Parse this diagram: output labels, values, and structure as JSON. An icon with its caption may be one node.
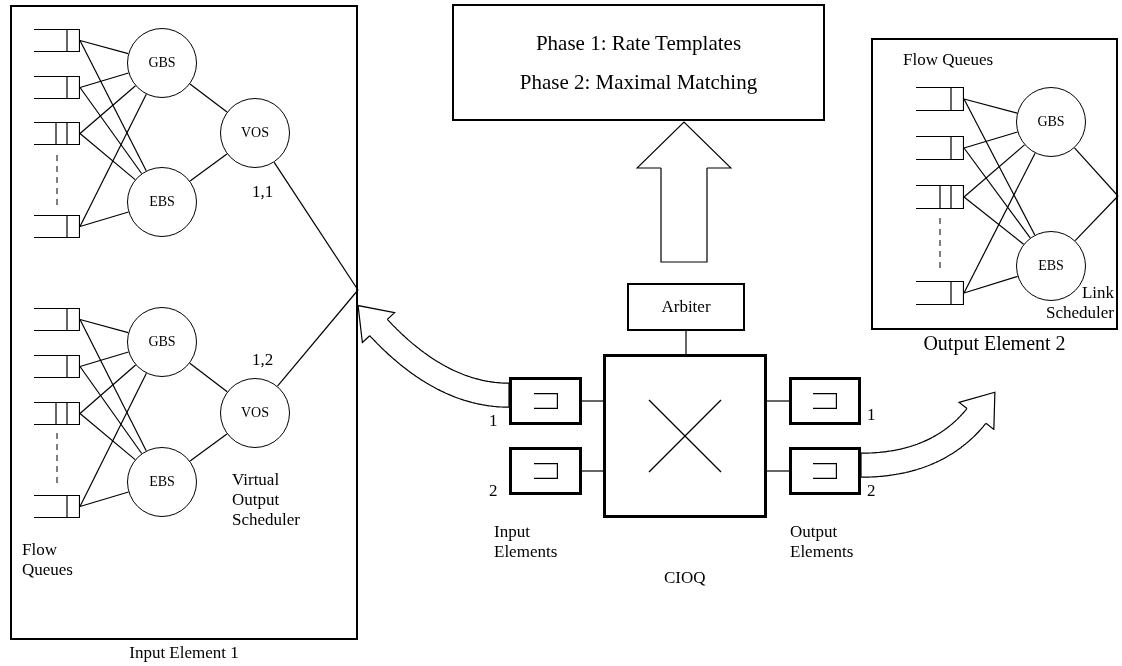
{
  "diagram": {
    "nodes": [
      {
        "text": [
          "Input Element 1"
        ]
      },
      {
        "text": [],
        "shape": "box",
        "in": 0
      },
      {
        "text": [],
        "shape": "box",
        "in": 0
      },
      {
        "text": [],
        "shape": "box",
        "in": 0
      },
      {
        "text": [],
        "shape": "box",
        "in": 0
      },
      {
        "text": [
          "GBS"
        ],
        "in": 0
      },
      {
        "text": [
          "EBS"
        ],
        "in": 0
      },
      {
        "text": [
          "VOS"
        ],
        "in": 0,
        "beside": [
          "1,1"
        ]
      },
      {
        "text": [],
        "shape": "box",
        "in": 0
      },
      {
        "text": [],
        "shape": "box",
        "in": 0
      },
      {
        "text": [],
        "shape": "box",
        "in": 0
      },
      {
        "text": [],
        "shape": "box",
        "in": 0
      },
      {
        "text": [
          "GBS"
        ],
        "in": 0
      },
      {
        "text": [
          "EBS"
        ],
        "in": 0
      },
      {
        "text": [
          "VOS"
        ],
        "in": 0,
        "beside": [
          "1,2"
        ]
      },
      {
        "text": [
          "Phase 1: Rate Templates",
          "Phase 2: Maximal Matching"
        ]
      },
      {
        "text": [
          "Output Element 2"
        ]
      },
      {
        "text": [],
        "shape": "box",
        "in": 16
      },
      {
        "text": [],
        "shape": "box",
        "in": 16
      },
      {
        "text": [],
        "shape": "box",
        "in": 16
      },
      {
        "text": [],
        "shape": "box",
        "in": 16
      },
      {
        "text": [
          "GBS"
        ],
        "in": 16
      },
      {
        "text": [
          "EBS"
        ],
        "in": 16
      },
      {
        "text": [
          "Arbiter"
        ]
      },
      {
        "text": [],
        "shape": "box",
        "beside": [
          "CIOQ"
        ]
      },
      {
        "text": [],
        "shape": "box",
        "beside": [
          "1"
        ]
      },
      {
        "text": [],
        "shape": "box",
        "beside": [
          "2"
        ]
      },
      {
        "text": [],
        "shape": "box",
        "beside": [
          "1"
        ]
      },
      {
        "text": [],
        "shape": "box",
        "beside": [
          "2"
        ]
      }
    ],
    "edges": [
      {
        "from": 1,
        "to": 5,
        "arrow": "none"
      },
      {
        "from": 1,
        "to": 6,
        "arrow": "none"
      },
      {
        "from": 2,
        "to": 5,
        "arrow": "none"
      },
      {
        "from": 2,
        "to": 6,
        "arrow": "none"
      },
      {
        "from": 3,
        "to": 5,
        "arrow": "none"
      },
      {
        "from": 3,
        "to": 6,
        "arrow": "none"
      },
      {
        "from": 4,
        "to": 5,
        "arrow": "none"
      },
      {
        "from": 4,
        "to": 6,
        "arrow": "none"
      },
      {
        "from": 5,
        "to": 7,
        "arrow": "none"
      },
      {
        "from": 6,
        "to": 7,
        "arrow": "none"
      },
      {
        "from": 7,
        "to": 0,
        "arrow": "none"
      },
      {
        "from": 8,
        "to": 12,
        "arrow": "none"
      },
      {
        "from": 8,
        "to": 13,
        "arrow": "none"
      },
      {
        "from": 9,
        "to": 12,
        "arrow": "none"
      },
      {
        "from": 9,
        "to": 13,
        "arrow": "none"
      },
      {
        "from": 10,
        "to": 12,
        "arrow": "none"
      },
      {
        "from": 10,
        "to": 13,
        "arrow": "none"
      },
      {
        "from": 11,
        "to": 12,
        "arrow": "none"
      },
      {
        "from": 11,
        "to": 13,
        "arrow": "none"
      },
      {
        "from": 12,
        "to": 14,
        "arrow": "none"
      },
      {
        "from": 13,
        "to": 14,
        "arrow": "none"
      },
      {
        "from": 14,
        "to": 0,
        "arrow": "none"
      },
      {
        "from": 17,
        "to": 21,
        "arrow": "none"
      },
      {
        "from": 17,
        "to": 22,
        "arrow": "none"
      },
      {
        "from": 18,
        "to": 21,
        "arrow": "none"
      },
      {
        "from": 18,
        "to": 22,
        "arrow": "none"
      },
      {
        "from": 19,
        "to": 21,
        "arrow": "none"
      },
      {
        "from": 19,
        "to": 22,
        "arrow": "none"
      },
      {
        "from": 20,
        "to": 21,
        "arrow": "none"
      },
      {
        "from": 20,
        "to": 22,
        "arrow": "none"
      },
      {
        "from": 21,
        "to": 16,
        "arrow": "none"
      },
      {
        "from": 22,
        "to": 16,
        "arrow": "none"
      },
      {
        "from": 23,
        "to": 24,
        "arrow": "none"
      },
      {
        "from": 25,
        "to": 24,
        "arrow": "none"
      },
      {
        "from": 26,
        "to": 24,
        "arrow": "none"
      },
      {
        "from": 24,
        "to": 27,
        "arrow": "none"
      },
      {
        "from": 24,
        "to": 28,
        "arrow": "none"
      },
      {
        "from": null,
        "to": 15,
        "arrow": "to"
      },
      {
        "from": 25,
        "to": 0,
        "arrow": "to"
      },
      {
        "from": 28,
        "to": null,
        "arrow": "to"
      }
    ],
    "labels": [
      "Flow Queues",
      "Link Scheduler",
      "Virtual Output Scheduler",
      "Input Elements",
      "Output Elements",
      "Flow Queues"
    ]
  }
}
